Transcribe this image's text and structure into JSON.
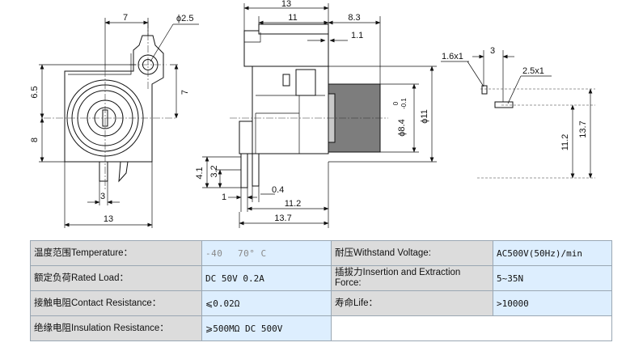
{
  "dimensions": {
    "front": {
      "d7": "7",
      "phi25": "ϕ2.5",
      "d65": "6.5",
      "d7v": "7",
      "d8": "8",
      "d3": "3",
      "d13": "13"
    },
    "side": {
      "d13": "13",
      "d11": "11",
      "d83": "8.3",
      "d11b": "1.1",
      "d41": "4.1",
      "d32": "3.2",
      "d1": "1",
      "d04": "0.4",
      "d112": "11.2",
      "d137": "13.7",
      "phi84": "ϕ8.4",
      "tol_upper": "0",
      "tol_lower": "-0.1",
      "phi11": "ϕ11"
    },
    "pcb": {
      "d16x1": "1.6x1",
      "d3": "3",
      "d25x1": "2.5x1",
      "d112": "11.2",
      "d137": "13.7"
    }
  },
  "specs": {
    "rows": [
      {
        "label1": "温度范围Temperature：",
        "value1": "-40　 70° C",
        "label2": "耐压Withstand Voltage:",
        "value2": "AC500V(50Hz)/min"
      },
      {
        "label1": "额定负荷Rated Load：",
        "value1": "DC 50V 0.2A",
        "label2": "插拔力Insertion and Extraction Force:",
        "value2": "5~35N"
      },
      {
        "label1": "接触电阻Contact Resistance：",
        "value1": "⩽0.02Ω",
        "label2": "寿命Life：",
        "value2": ">10000"
      },
      {
        "label1": "绝缘电阻Insulation Resistance：",
        "value1": "⩾500MΩ DC 500V",
        "label2": "",
        "value2": ""
      }
    ]
  }
}
